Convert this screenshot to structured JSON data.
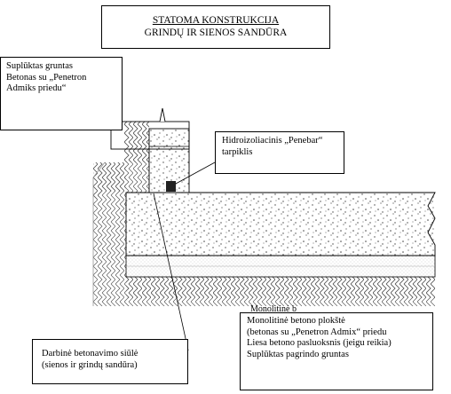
{
  "title": {
    "line1": "STATOMA KONSTRUKCIJA",
    "line2": "GRINDŲ IR SIENOS SANDŪRA"
  },
  "labels": {
    "soil_concrete": {
      "line1": "Suplūktas gruntas",
      "line2": "Betonas su „Penetron",
      "line3": "Admiks priedu“"
    },
    "waterstop": {
      "line1": "Hidroizoliacinis „Penebar“",
      "line2": "tarpiklis"
    },
    "slab": {
      "line1": "Monolitinė betono plokštė",
      "line2": "(betonas su „Penetron Admix“ priedu",
      "line3": "Liesa betono pasluoksnis (jeigu reikia)",
      "line4": "Suplūktas pagrindo gruntas"
    },
    "joint": {
      "line1": "Darbinė betonavimo siūlė",
      "line2": "(sienos ir grindų sandūra)"
    }
  }
}
